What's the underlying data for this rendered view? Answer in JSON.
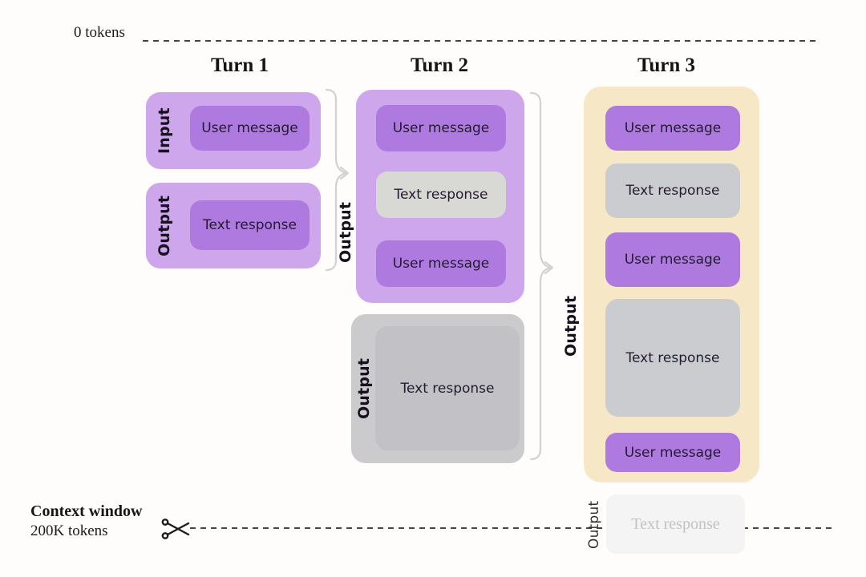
{
  "axis_top": {
    "label": "0 tokens"
  },
  "context_window": {
    "title": "Context window",
    "subtitle": "200K tokens"
  },
  "turn1": {
    "title": "Turn 1",
    "input_section": {
      "side_label": "Input",
      "box_label": "User message"
    },
    "output_section": {
      "side_label": "Output",
      "box_label": "Text response"
    }
  },
  "turn2": {
    "title": "Turn 2",
    "carry_label": "Output",
    "context_items": [
      "User message",
      "Text response",
      "User message"
    ],
    "output_section": {
      "side_label": "Output",
      "box_label": "Text response"
    }
  },
  "turn3": {
    "title": "Turn 3",
    "carry_label": "Output",
    "context_items": [
      "User message",
      "Text response",
      "User message",
      "Text response",
      "User message"
    ],
    "output_section": {
      "side_label": "Output",
      "box_label": "Text response"
    }
  },
  "icons": {
    "scissors": "scissors-icon",
    "bracket_arrow": "bracket-arrow-icon"
  },
  "colors": {
    "purple_container": "#cda6ec",
    "purple_box": "#ae7ae0",
    "gray_box_on_purple": "#d8d8d5",
    "gray_container": "#cbcbcd",
    "gray_box_inner": "#c2c2c6",
    "gray_box_cool": "#cbccd0",
    "cream_container": "#f6e7c7",
    "faded_box_bg": "#f4f4f5",
    "faded_text": "#c2c2c5",
    "bracket_gray": "#d2d2d4",
    "dash_line": "#454545",
    "box_text": "#241b30"
  }
}
